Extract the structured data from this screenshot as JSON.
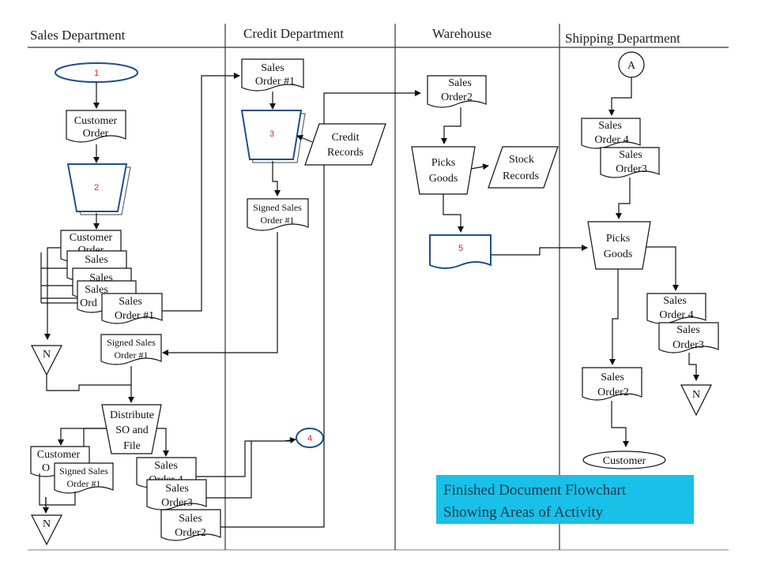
{
  "lanes": {
    "sales": "Sales Department",
    "credit": "Credit Department",
    "warehouse": "Warehouse",
    "shipping": "Shipping Department"
  },
  "sales_dept": {
    "start_num": "1",
    "customer_order_l1": "Customer",
    "customer_order_l2": "Order",
    "manual_op_num": "2",
    "stack_customer_l1": "Customer",
    "stack_customer_l2": "Order",
    "stack_sales_1": "Sales",
    "stack_sales_2": "Sales",
    "stack_sales_3": "Sales",
    "stack_sales_3b": "Ord",
    "sales_order1_l1": "Sales",
    "sales_order1_l2": "Order #1",
    "file_n": "N",
    "signed_l1": "Signed Sales",
    "signed_l2": "Order #1",
    "distribute_l1": "Distribute",
    "distribute_l2": "SO and",
    "distribute_l3": "File",
    "bottom_customer_l1": "Customer",
    "bottom_customer_l2": "O",
    "bottom_signed_l1": "Signed Sales",
    "bottom_signed_l2": "Order #1",
    "bottom_file_n": "N",
    "out_sales4_l1": "Sales",
    "out_sales4_l2": "Order 4",
    "out_sales3_l1": "Sales",
    "out_sales3_l2": "Order3",
    "out_sales2_l1": "Sales",
    "out_sales2_l2": "Order2"
  },
  "credit_dept": {
    "sales_order1_l1": "Sales",
    "sales_order1_l2": "Order #1",
    "manual_op_num": "3",
    "credit_records_l1": "Credit",
    "credit_records_l2": "Records",
    "signed_l1": "Signed Sales",
    "signed_l2": "Order #1",
    "connector_num": "4"
  },
  "warehouse": {
    "sales_order2_l1": "Sales",
    "sales_order2_l2": "Order2",
    "picks_l1": "Picks",
    "picks_l2": "Goods",
    "stock_l1": "Stock",
    "stock_l2": "Records",
    "doc_num": "5"
  },
  "shipping": {
    "connector_a": "A",
    "sales4_l1": "Sales",
    "sales4_l2": "Order 4",
    "sales3_l1": "Sales",
    "sales3_l2": "Order3",
    "picks_l1": "Picks",
    "picks_l2": "Goods",
    "right_sales4_l1": "Sales",
    "right_sales4_l2": "Order 4",
    "right_sales3_l1": "Sales",
    "right_sales3_l2": "Order3",
    "file_n": "N",
    "sales2_l1": "Sales",
    "sales2_l2": "Order2",
    "customer": "Customer"
  },
  "banner": {
    "line1": "Finished Document Flowchart",
    "line2": "Showing Areas of Activity",
    "color": "#19c0e8"
  }
}
